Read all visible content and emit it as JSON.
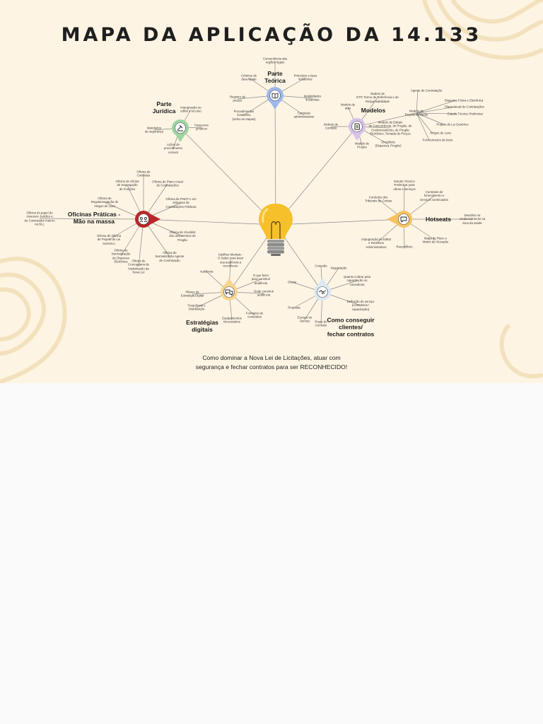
{
  "title": "MAPA DA APLICAÇÃO DA 14.133",
  "caption": [
    "Como dominar a Nova Lei de Licitações, atuar com",
    "segurança e fechar contratos para ser RECONHECIDO!"
  ],
  "colors": {
    "background": "#fdf4e3",
    "page": "#fafafa",
    "bulb": "#f5c02a",
    "blue": "#9db9ec",
    "green": "#9fd5a3",
    "purple": "#d7c2e8",
    "red": "#b8272a",
    "orange": "#f6c260",
    "peach": "#f8d58f",
    "light_blue": "#dce8f2"
  },
  "branches": [
    {
      "id": "parte-teorica",
      "title": "Parte\nTeórica",
      "icon": "book-icon",
      "color": "#9db9ec",
      "items": [
        "Conveniência das\nregiões legais",
        "Princípios e tipos\nlicitatórios",
        "Modalidades\nlicitatórias",
        "Contratos\nadministrativos",
        "Procedimentos\nlicitatórios\n(todos as etapas)",
        "Registro de\npreços",
        "Critérios de\ndesempate"
      ]
    },
    {
      "id": "parte-juridica",
      "title": "Parte\nJurídica",
      "icon": "gavel-icon",
      "color": "#9fd5a3",
      "items": [
        "Impugnação ao\nedital e recurso",
        "Pareceres\njurídicos",
        "Ações de\nprocedimento\ncomum",
        "Mandados\nde segurança"
      ]
    },
    {
      "id": "modelos",
      "title": "Modelos",
      "icon": "document-icon",
      "color": "#d7c2e8",
      "items": [
        "Modelo de\nETP, Termo de Referência e de\nResponsabilidade",
        "Modelo de Editais\nde Concorrência, de Pregão, de\nCredenciamento, de Pregão\nEletrônico, Tomada de Preços",
        "Checklists\n(Dispensa, Pregão)",
        "Modelo de\nProjeto",
        "Modelo de\nContrato",
        "Modelo de\natas",
        "Modelo de\nRegulamentação"
      ],
      "sub_items": [
        "Agente de Contratação",
        "Dispensa Física e Eletrônica",
        "Plano Anual de Contratações",
        "Estudo Técnico Preliminar",
        "Projeto de Lei Genérico",
        "Artigos de Luxo",
        "Fornecimento de bens"
      ]
    },
    {
      "id": "oficinas",
      "title": "Oficinas Práticas -\nMão na massa",
      "icon": "people-icon",
      "color": "#b8272a",
      "items": [
        "Oficina de\nContratos",
        "Oficina de Plano Anual\nde Contratações",
        "Oficina de PNCP e em\nSistemas de\nContratações Públicas",
        "Oficina de checklist\ndos documentos de\nPregão",
        "Oficina de\nNormatização Agente\nde Contratação",
        "Oficina de\nCronograma de\nImplantação da\nNova Lei",
        "Oficina de\nNormatização\nde Dispensa\nEletrônica",
        "Oficina de Oficina\nde Projeto de Lei\nGenérico",
        "Oficina de\nRegulamentação de\nArtigos de Luxo",
        "Oficina de oficina\nde Segregação\nde Funções",
        "Oficina do papel do\nAssessor Jurídico e\ndo Controlador Interno\nna NLL"
      ]
    },
    {
      "id": "hotseats",
      "title": "Hotseats",
      "icon": "chat-icon",
      "color": "#f6c260",
      "items": [
        "Estudo Técnico\nPreliminar para\nobras e serviços",
        "Contratos de\nfornecimento e\nserviços continuados",
        "Desafios na\ncredenciamento na\nárea da saúde",
        "Mapa de Risco e\nMatriz de Alocação",
        "Reequilíbrio",
        "Impugnação do Edital\ne Recursos\nAdministrativos",
        "Controles dos\nTribunais de Contas"
      ]
    },
    {
      "id": "estrategias",
      "title": "Estratégias\ndigitais",
      "icon": "chat-bubbles-icon",
      "color": "#f8d58f",
      "items": [
        "Gatilhos Mentais -\nO Saber para levar\nsua audiência a\nreconhecer",
        "O que fazer\npara construir\naudiência",
        "Onde construir\naudiência",
        "Formatos de\nconteúdos",
        "Equipamentos\nNecessários",
        "Frequência e\nDistribuição",
        "Pilares da\nEstratégia Digital",
        "Audiência"
      ]
    },
    {
      "id": "clientes",
      "title": "Como conseguir\nclientes/\nfechar contratos",
      "icon": "handshake-icon",
      "color": "#dce8f2",
      "items": [
        "Conexão",
        "Negociação",
        "Quanto Cobrar pela\ncapacitação ou\nconsultoria",
        "Definição do serviço\n(consultoria /\ncapacitação)",
        "Prazo do\nContrato",
        "Escopo do\nServiço",
        "Proposta",
        "Oferta"
      ]
    }
  ]
}
